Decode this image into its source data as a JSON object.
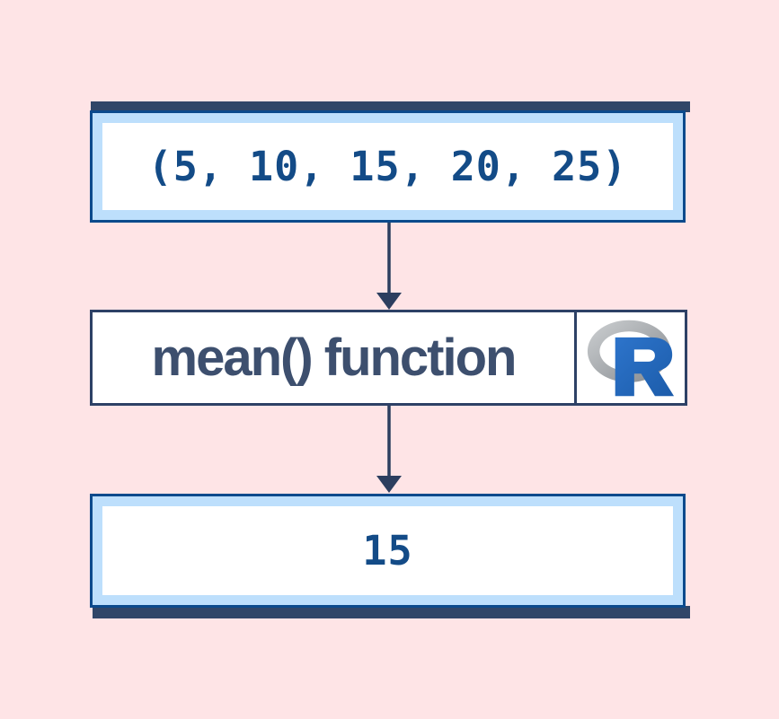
{
  "diagram": {
    "description": "Flowchart of computing an average in R with the mean() function",
    "nodes": [
      {
        "name": "input-vector",
        "label": "(5, 10, 15, 20, 25)"
      },
      {
        "name": "mean-function",
        "label": "mean() function",
        "icon": "r-logo"
      },
      {
        "name": "result",
        "label": "15"
      }
    ],
    "edges": [
      {
        "from": "input-vector",
        "to": "mean-function",
        "style": "arrow-down"
      },
      {
        "from": "mean-function",
        "to": "result",
        "style": "arrow-down"
      }
    ],
    "colors": {
      "background_pink": "#fee4e6",
      "shadow_navy": "#304668",
      "data_box_border_blue": "#0c4a8c",
      "data_box_frame_light_blue": "#bddffc",
      "mono_text_blue": "#134b87",
      "function_text_slate": "#3d4f6e",
      "function_box_border_navy": "#2d4166",
      "arrow_navy": "#2c3e5f",
      "r_logo_blue": "#276dc3",
      "r_logo_gray": "#a7abae"
    }
  }
}
